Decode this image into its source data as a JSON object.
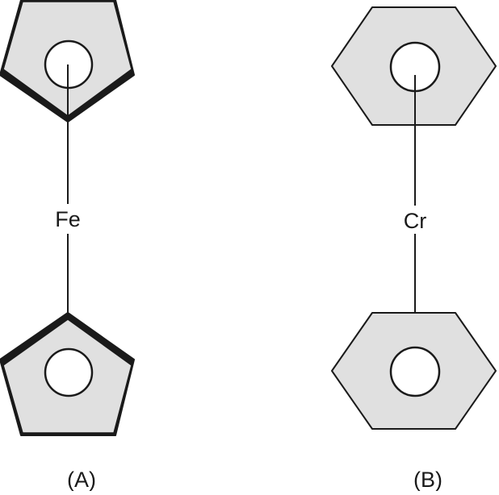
{
  "structures": [
    {
      "metal": "Fe",
      "label": "(A)",
      "ring": "cyclopentadienyl",
      "ring_fill": "#e0e0e0",
      "stroke": "#1a1a1a"
    },
    {
      "metal": "Cr",
      "label": "(B)",
      "ring": "benzene",
      "ring_fill": "#e0e0e0",
      "stroke": "#1a1a1a"
    }
  ]
}
